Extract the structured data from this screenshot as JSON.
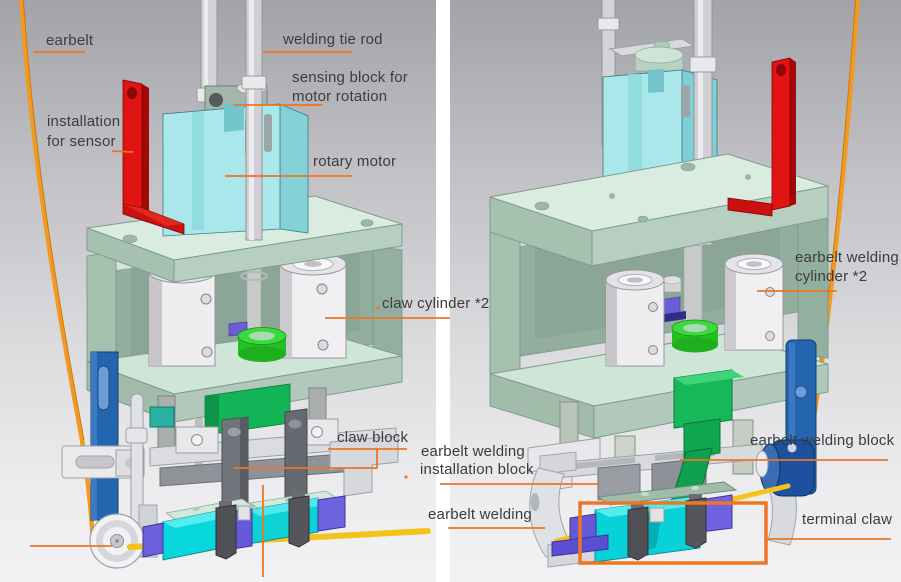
{
  "figure": {
    "type": "annotated-cad-diagram",
    "accent_color": "#ED7623",
    "leader_color": "#ED7623",
    "highlight_box_color": "#ED7623",
    "divider_color": "#FFFFFF",
    "belt_color": "#F09A22"
  },
  "left_view": {
    "labels": {
      "earbelt": "earbelt",
      "welding_tie_rod": "welding tie rod",
      "sensing_block_l1": "sensing block for",
      "sensing_block_l2": "motor rotation",
      "installation_l1": "installation",
      "installation_l2": "for sensor",
      "rotary_motor": "rotary motor",
      "claw_cylinder": "claw cylinder *2",
      "claw_block": "claw block"
    }
  },
  "right_view": {
    "labels": {
      "welding_cylinder_l1": "earbelt welding",
      "welding_cylinder_l2": "cylinder *2",
      "installation_block_l1": "earbelt welding",
      "installation_block_l2": "installation block",
      "earbelt_welding": "earbelt welding",
      "welding_block": "earbelt welding block",
      "terminal_claw": "terminal claw"
    }
  }
}
